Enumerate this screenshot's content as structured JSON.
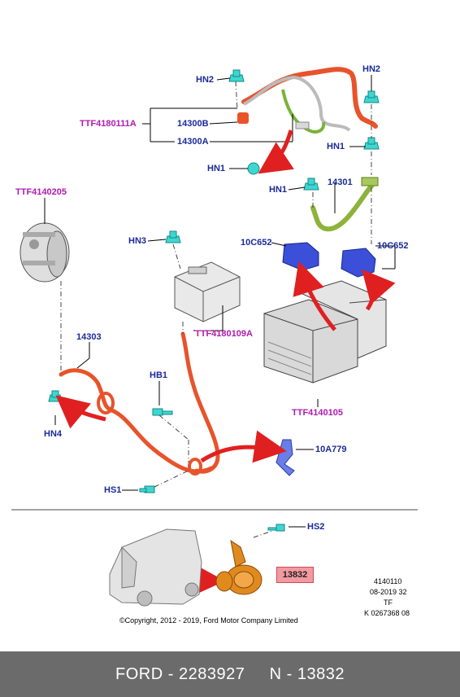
{
  "labels": {
    "hn2_left": "HN2",
    "hn2_right": "HN2",
    "ttf4180111a": "TTF4180111A",
    "l14300b": "14300B",
    "l14300a": "14300A",
    "hn1_right": "HN1",
    "hn1_left": "HN1",
    "hn1_mid": "HN1",
    "l14301": "14301",
    "ttf4140205": "TTF4140205",
    "hn3": "HN3",
    "l10c652_left": "10C652",
    "l10c652_right": "10C652",
    "ttf4180109a": "TTF4180109A",
    "l14303": "14303",
    "hb1": "HB1",
    "hn4": "HN4",
    "ttf4140105": "TTF4140105",
    "l10a779": "10A779",
    "hs1": "HS1",
    "hs2": "HS2",
    "l13832": "13832"
  },
  "copyright": "©Copyright, 2012 - 2019, Ford Motor Company Limited",
  "ref_code": {
    "line1": "4140110",
    "line2": "08-2019 32",
    "line3": "TF",
    "line4": "K 0267368 08"
  },
  "footer": {
    "brand_part": "FORD - 2283927",
    "n_part": "N - 13832"
  },
  "colors": {
    "label_blue": "#1a2a9a",
    "label_magenta": "#b01ab0",
    "cable_orange": "#e8532b",
    "arrow_red": "#e02020",
    "fastener_cyan": "#3fd6d0",
    "terminal_blue": "#3b4fd8",
    "strap_green": "#8db33a",
    "horn_orange": "#e08a1e",
    "footer_bg": "#6b6b6b"
  }
}
